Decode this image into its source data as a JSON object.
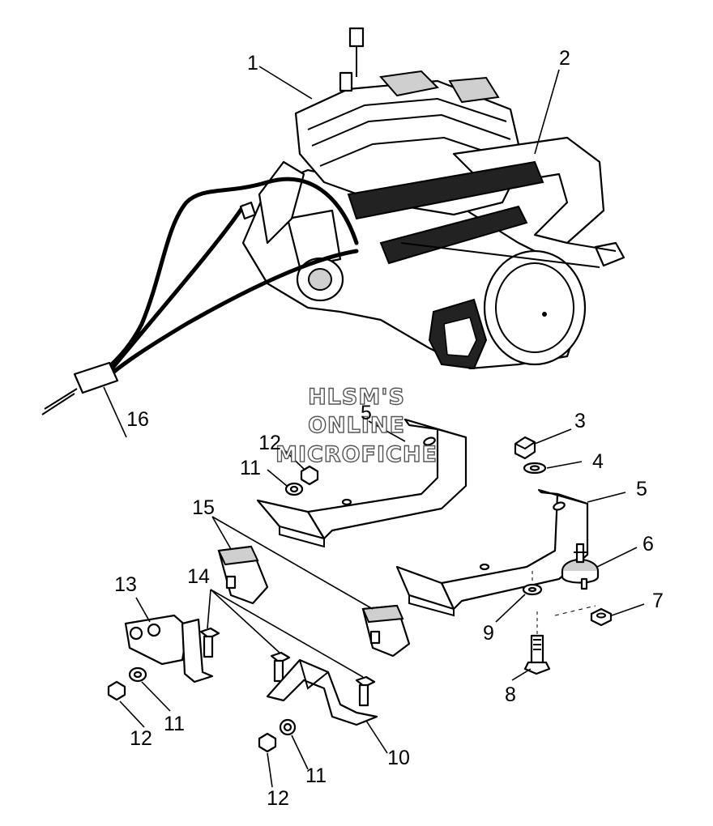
{
  "watermark": {
    "line1": "HLSM'S",
    "line2": "ONLINE",
    "line3": "MICROFICHE"
  },
  "callouts": {
    "c1": "1",
    "c2": "2",
    "c3": "3",
    "c4": "4",
    "c5a": "5",
    "c5b": "5",
    "c6": "6",
    "c7": "7",
    "c8": "8",
    "c9": "9",
    "c10": "10",
    "c11a": "11",
    "c11b": "11",
    "c11c": "11",
    "c12a": "12",
    "c12b": "12",
    "c12c": "12",
    "c13": "13",
    "c14": "14",
    "c15": "15",
    "c16": "16"
  }
}
